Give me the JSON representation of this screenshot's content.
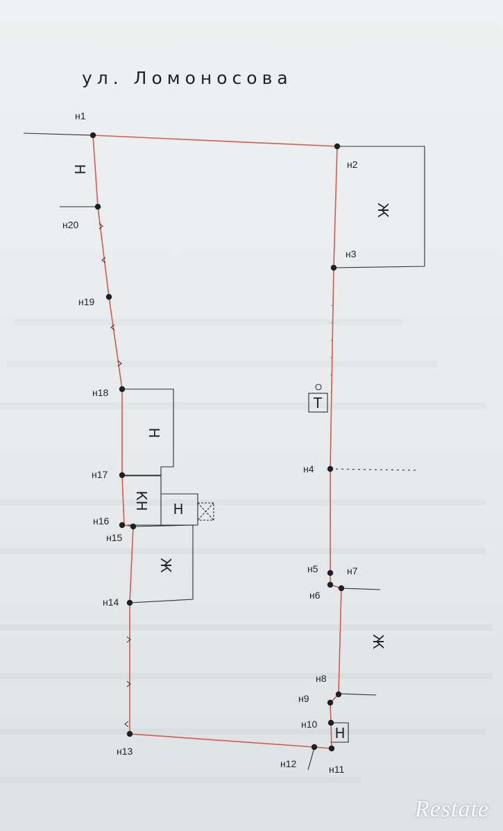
{
  "street_title": "ул. Ломоносова",
  "points": [
    {
      "id": "н1",
      "label": "н1"
    },
    {
      "id": "н2",
      "label": "н2"
    },
    {
      "id": "н3",
      "label": "н3"
    },
    {
      "id": "н4",
      "label": "н4"
    },
    {
      "id": "н5",
      "label": "н5"
    },
    {
      "id": "н6",
      "label": "н6"
    },
    {
      "id": "н7",
      "label": "н7"
    },
    {
      "id": "н8",
      "label": "н8"
    },
    {
      "id": "н9",
      "label": "н9"
    },
    {
      "id": "н10",
      "label": "н10"
    },
    {
      "id": "н11",
      "label": "н11"
    },
    {
      "id": "н12",
      "label": "н12"
    },
    {
      "id": "н13",
      "label": "н13"
    },
    {
      "id": "н14",
      "label": "н14"
    },
    {
      "id": "н15",
      "label": "н15"
    },
    {
      "id": "н16",
      "label": "н16"
    },
    {
      "id": "н17",
      "label": "н17"
    },
    {
      "id": "н18",
      "label": "н18"
    },
    {
      "id": "н19",
      "label": "н19"
    },
    {
      "id": "н20",
      "label": "н20"
    }
  ],
  "building_labels": {
    "left_top": "Н",
    "right_top": "Ж",
    "middle_left": "Н",
    "kn": "КН",
    "small_n": "Н",
    "left_lower": "Ж",
    "right_lower": "Ж",
    "bottom_right_n": "Н",
    "transformer": "Т"
  },
  "watermark": "Restate",
  "colors": {
    "boundary": "#d35a4c",
    "building": "#2a2d30",
    "point": "#1e2124"
  }
}
